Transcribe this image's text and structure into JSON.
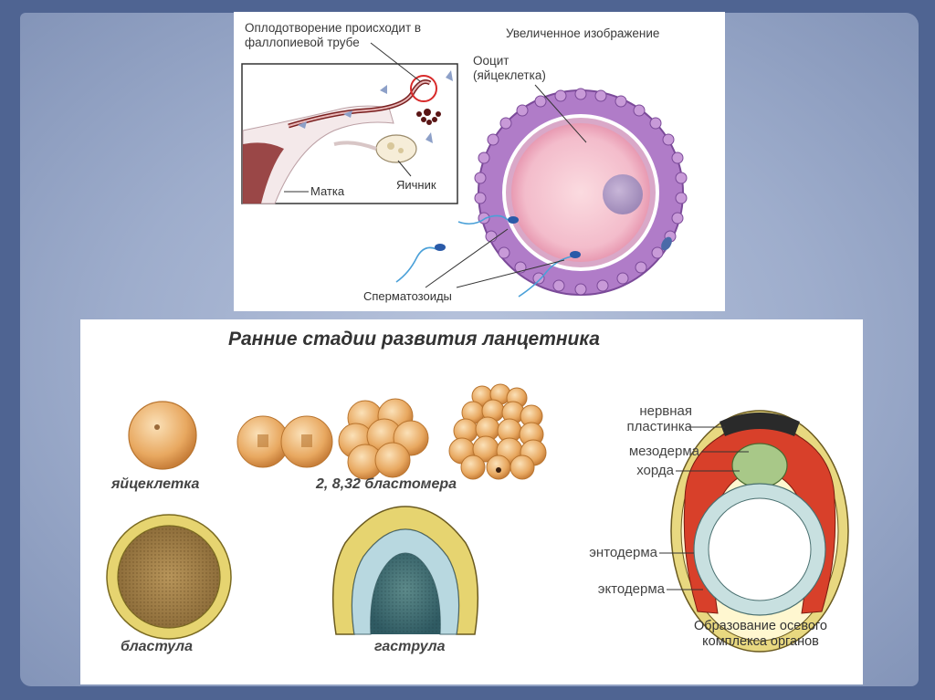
{
  "top_panel": {
    "title_line1": "Оплодотворение происходит в",
    "title_line2": "фаллопиевой трубе",
    "magnified_label": "Увеличенное изображение",
    "oocyte_line1": "Ооцит",
    "oocyte_line2": "(яйцеклетка)",
    "uterus_label": "Матка",
    "ovary_label": "Яичник",
    "sperm_label": "Сперматозоиды"
  },
  "bottom_panel": {
    "title": "Ранние стадии развития ланцетника",
    "egg_label": "яйцеклетка",
    "blastomere_label": "2, 8,32 бластомера",
    "blastula_label": "бластула",
    "gastrula_label": "гаструла",
    "neural_plate_line1": "нервная",
    "neural_plate_line2": "пластинка",
    "mesoderm_label": "мезодерма",
    "chord_label": "хорда",
    "endoderm_label": "энтодерма",
    "ectoderm_label": "эктодерма",
    "caption_line1": "Образование осевого",
    "caption_line2": "комплекса органов"
  }
}
